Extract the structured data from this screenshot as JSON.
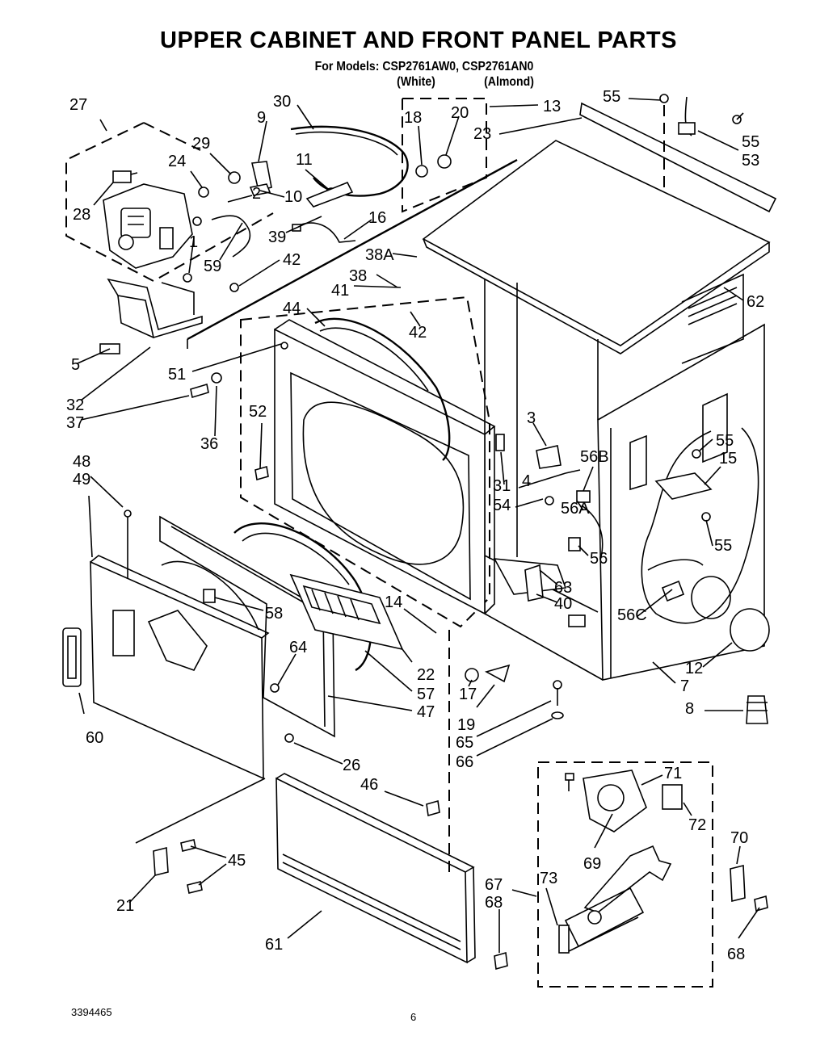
{
  "title": "UPPER CABINET AND FRONT PANEL PARTS",
  "models_line": "For Models: CSP2761AW0, CSP2761AN0",
  "color_white": "(White)",
  "color_almond": "(Almond)",
  "doc_number": "3394465",
  "page_number": "6",
  "callouts": [
    "27",
    "30",
    "9",
    "18",
    "20",
    "13",
    "55",
    "23",
    "55",
    "53",
    "29",
    "24",
    "11",
    "2",
    "10",
    "28",
    "39",
    "16",
    "59",
    "1",
    "42",
    "38A",
    "38",
    "41",
    "62",
    "44",
    "42",
    "5",
    "32",
    "37",
    "51",
    "36",
    "52",
    "3",
    "56B",
    "55",
    "15",
    "48",
    "49",
    "31",
    "4",
    "54",
    "56A",
    "55",
    "56",
    "58",
    "63",
    "40",
    "14",
    "56C",
    "64",
    "12",
    "22",
    "57",
    "47",
    "7",
    "8",
    "17",
    "19",
    "65",
    "66",
    "60",
    "26",
    "46",
    "71",
    "72",
    "69",
    "70",
    "45",
    "67",
    "68",
    "73",
    "21",
    "61",
    "68"
  ]
}
